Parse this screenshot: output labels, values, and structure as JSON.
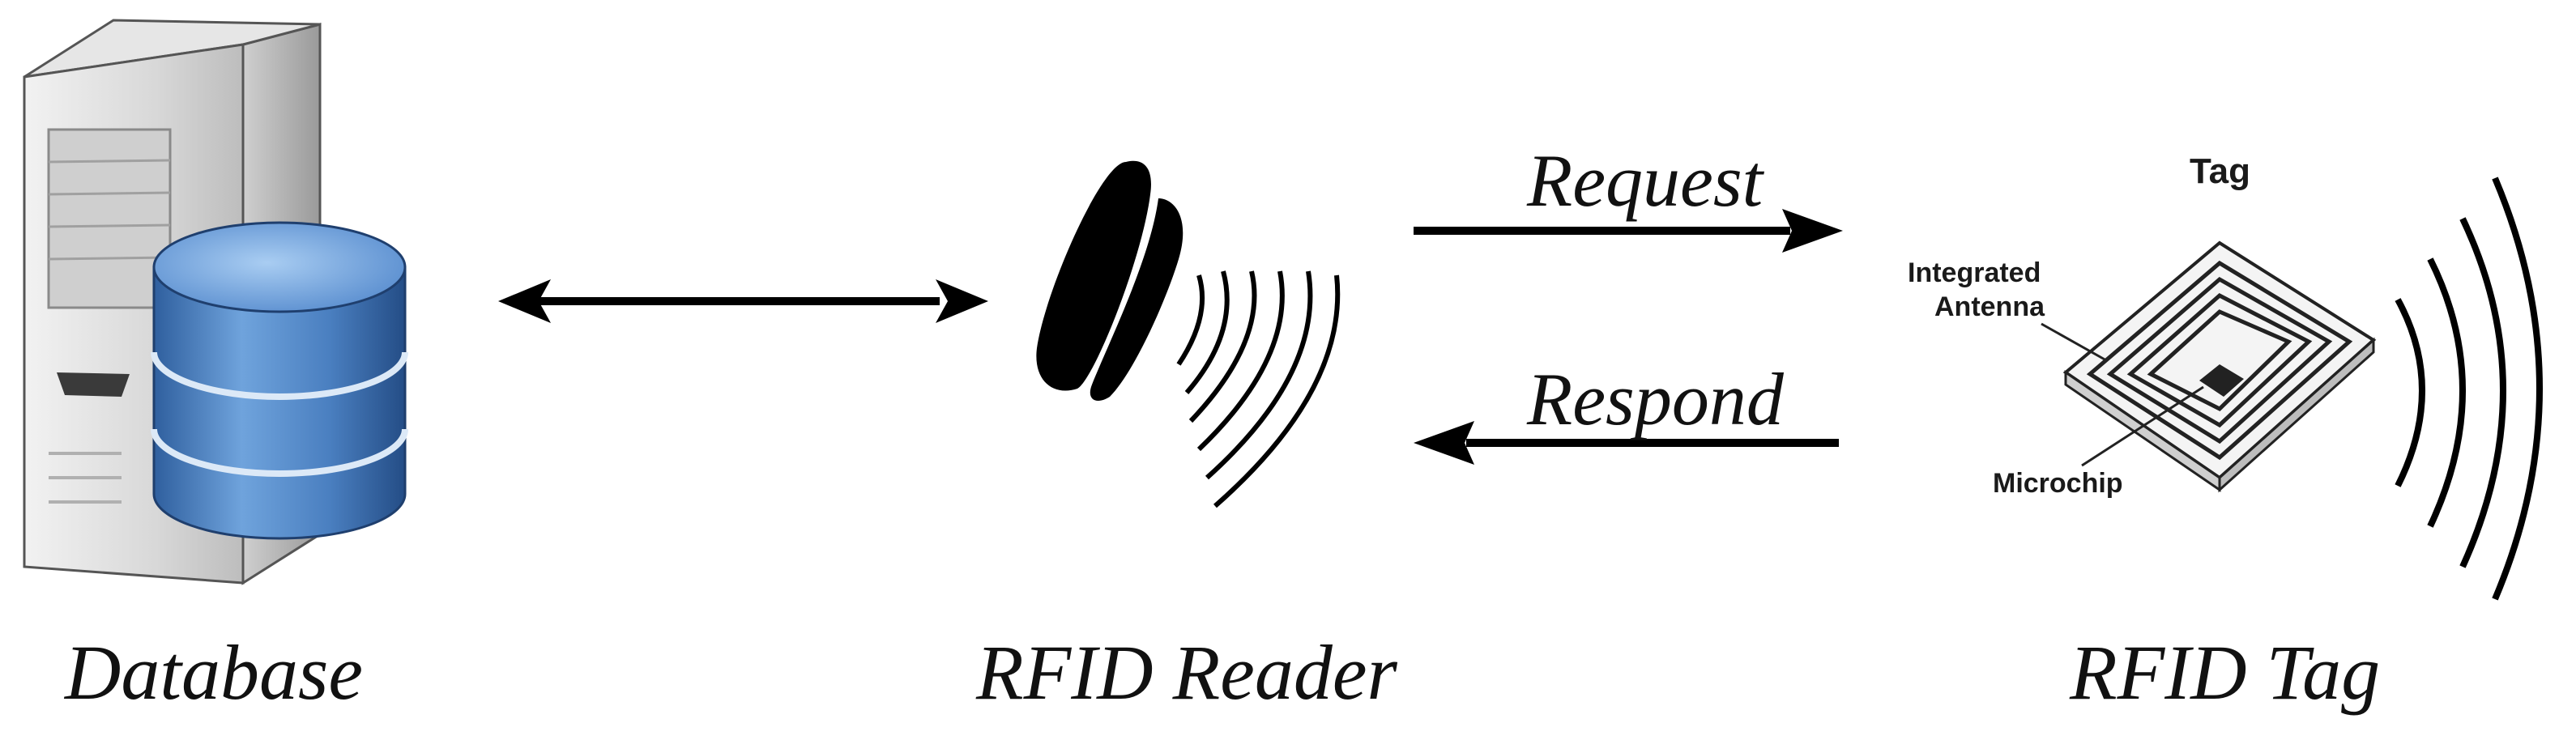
{
  "captions": {
    "database": "Database",
    "reader": "RFID Reader",
    "tag": "RFID Tag"
  },
  "arrows": {
    "request": "Request",
    "respond": "Respond"
  },
  "tag_illustration": {
    "title": "Tag",
    "integrated_line1": "Integrated",
    "integrated_line2": "Antenna",
    "microchip": "Microchip"
  },
  "icons": {
    "server": "server-icon",
    "database": "database-cylinder-icon",
    "reader": "rfid-reader-icon",
    "tag": "rfid-tag-icon"
  },
  "colors": {
    "db_blue": "#4a7fc0",
    "server_grey": "#d9d9d9",
    "arrow": "#000000"
  }
}
